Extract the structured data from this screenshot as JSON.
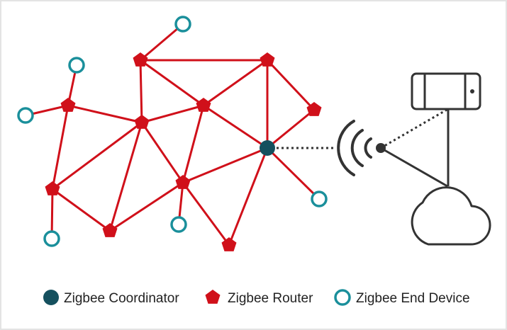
{
  "colors": {
    "router": "#d0101a",
    "link": "#d0101a",
    "coordinator": "#15505e",
    "end_device": "#1a8f9b",
    "gateway": "#333333",
    "border": "#e3e3e3"
  },
  "icons": {
    "coordinator": "filled-circle-icon",
    "router": "pentagon-icon",
    "end_device": "hollow-circle-icon",
    "phone": "smartphone-icon",
    "cloud": "cloud-icon",
    "wireless": "wireless-signal-icon"
  },
  "legend": {
    "coordinator": "Zigbee Coordinator",
    "router": "Zigbee Router",
    "end_device": "Zigbee End Device"
  }
}
